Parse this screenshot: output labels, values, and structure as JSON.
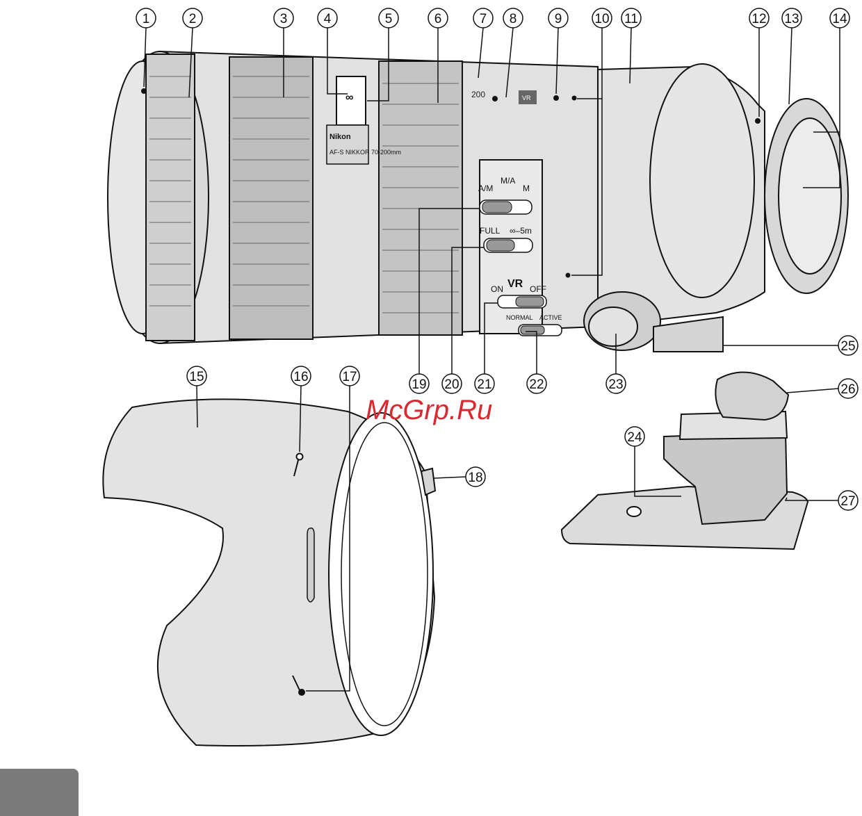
{
  "callouts": [
    "1",
    "2",
    "3",
    "4",
    "5",
    "6",
    "7",
    "8",
    "9",
    "10",
    "11",
    "12",
    "13",
    "14",
    "15",
    "16",
    "17",
    "18",
    "19",
    "20",
    "21",
    "22",
    "23",
    "24",
    "25",
    "26",
    "27"
  ],
  "lens_print": {
    "brand": "Nikon",
    "model": "AF-S NIKKOR 70-200mm",
    "focus_scale": "200",
    "vr_badge": "VR",
    "infinity": "∞"
  },
  "switches": {
    "af_mode": {
      "a_m": "A/M",
      "m_a": "M/A",
      "m": "M"
    },
    "focus_limit": {
      "full": "FULL",
      "limit": "∞–5m"
    },
    "vr": {
      "title": "VR",
      "on": "ON",
      "off": "OFF"
    },
    "vr_mode": {
      "normal": "NORMAL",
      "active": "ACTIVE"
    }
  },
  "watermark": "McGrp.Ru",
  "colors": {
    "lens_body": "#e3e3e3",
    "shadow": "#c4c4c4",
    "line": "#111111",
    "watermark": "#d9282f",
    "page_tab": "#7a7a7a"
  }
}
